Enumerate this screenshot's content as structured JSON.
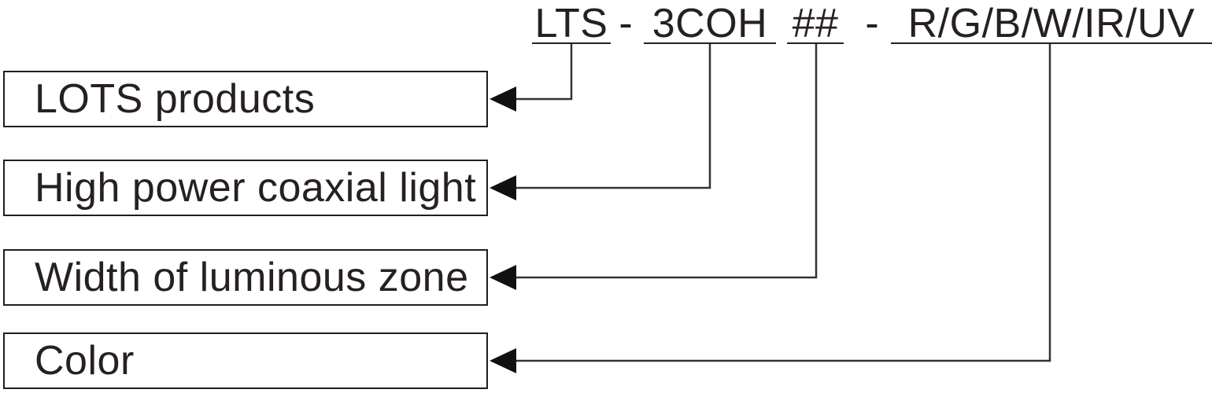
{
  "part_code": {
    "full_code": "LTS - 3COH ## - R/G/B/W/IR/UV",
    "separator": "-",
    "segments": [
      {
        "code": "LTS",
        "meaning": "LOTS products"
      },
      {
        "code": "3COH",
        "meaning": "High power coaxial light"
      },
      {
        "code": "##",
        "meaning": "Width of luminous zone"
      },
      {
        "code": "R/G/B/W/IR/UV",
        "meaning": "Color"
      }
    ]
  },
  "colors": {
    "ink": "#262021",
    "line": "#333333",
    "border": "#1f1f1f",
    "background": "#ffffff"
  }
}
